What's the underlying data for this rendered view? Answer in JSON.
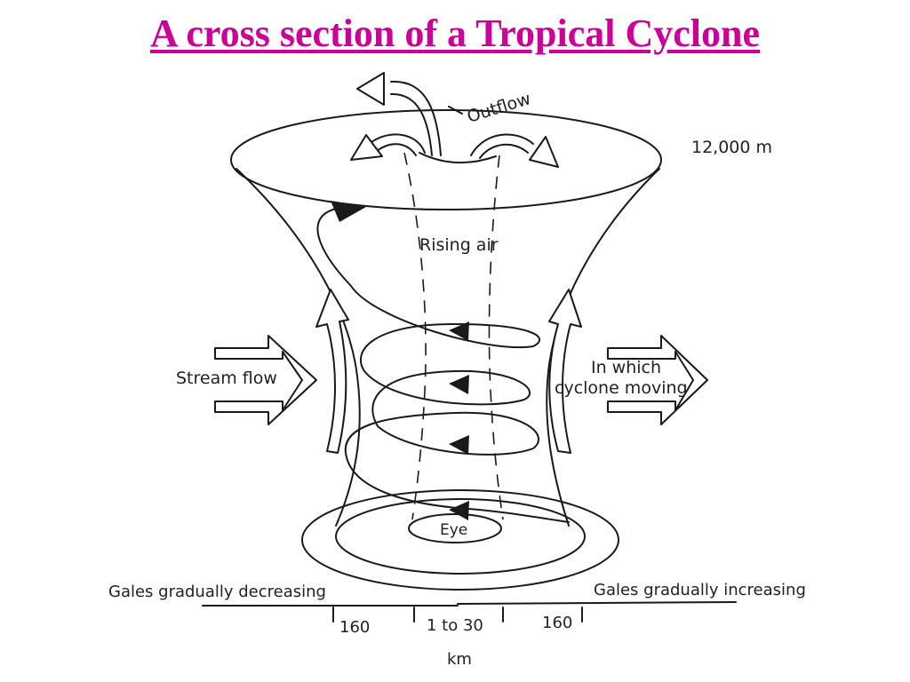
{
  "title": "A cross section of a Tropical Cyclone",
  "title_color": "#cc0099",
  "line_color": "#1a1a1a",
  "labels": {
    "outflow": "Outflow",
    "height": "12,000 m",
    "rising_air": "Rising air",
    "stream_flow": "Stream flow",
    "direction_line1": "In which",
    "direction_line2": "cyclone moving",
    "eye": "Eye",
    "gales_decreasing": "Gales gradually decreasing",
    "gales_increasing": "Gales gradually increasing",
    "scale_left": "160",
    "scale_center": "1 to 30",
    "scale_right": "160",
    "scale_unit": "km"
  }
}
